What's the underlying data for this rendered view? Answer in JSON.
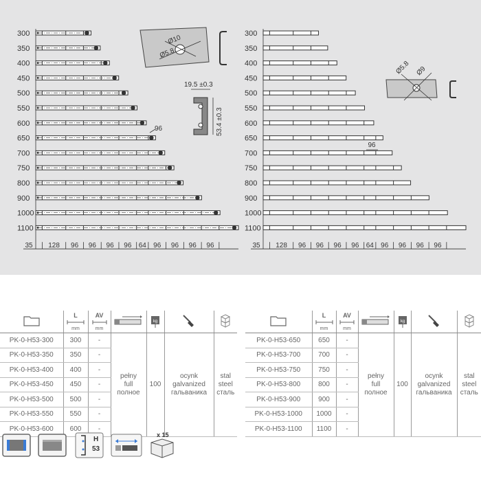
{
  "left_diagram": {
    "lengths": [
      "300",
      "350",
      "400",
      "450",
      "500",
      "550",
      "600",
      "650",
      "700",
      "750",
      "800",
      "900",
      "1000",
      "1100"
    ],
    "segments": [
      "35",
      "128",
      "96",
      "96",
      "96",
      "96",
      "64",
      "96",
      "96",
      "96",
      "96"
    ],
    "pitch_label": "96",
    "hole_d1": "Ø10",
    "hole_d2": "Ø5.8",
    "width_dim": "19.5 ±0.3",
    "height_dim": "53.4 ±0.3"
  },
  "right_diagram": {
    "lengths": [
      "300",
      "350",
      "400",
      "450",
      "500",
      "550",
      "600",
      "650",
      "700",
      "750",
      "800",
      "900",
      "1000",
      "1100"
    ],
    "segments": [
      "35",
      "128",
      "96",
      "96",
      "96",
      "96",
      "64",
      "96",
      "96",
      "96",
      "96"
    ],
    "pitch_label": "96",
    "hole_d1": "Ø5.8",
    "hole_d2": "Ø9"
  },
  "table_headers": {
    "length_letter": "L",
    "length_unit": "mm",
    "av_letter": "AV",
    "av_unit": "mm",
    "weight_label": "kg"
  },
  "table_left": {
    "rows": [
      {
        "code": "PK-0-H53-300",
        "length": "300",
        "av": "-"
      },
      {
        "code": "PK-0-H53-350",
        "length": "350",
        "av": "-"
      },
      {
        "code": "PK-0-H53-400",
        "length": "400",
        "av": "-"
      },
      {
        "code": "PK-0-H53-450",
        "length": "450",
        "av": "-"
      },
      {
        "code": "PK-0-H53-500",
        "length": "500",
        "av": "-"
      },
      {
        "code": "PK-0-H53-550",
        "length": "550",
        "av": "-"
      },
      {
        "code": "PK-0-H53-600",
        "length": "600",
        "av": "-"
      }
    ],
    "extension_1": "pełny",
    "extension_2": "full",
    "extension_3": "полное",
    "load": "100",
    "finish_1": "ocynk",
    "finish_2": "galvanized",
    "finish_3": "гальваника",
    "material_1": "stal",
    "material_2": "steel",
    "material_3": "сталь"
  },
  "table_right": {
    "rows": [
      {
        "code": "PK-0-H53-650",
        "length": "650",
        "av": "-"
      },
      {
        "code": "PK-0-H53-700",
        "length": "700",
        "av": "-"
      },
      {
        "code": "PK-0-H53-750",
        "length": "750",
        "av": "-"
      },
      {
        "code": "PK-0-H53-800",
        "length": "800",
        "av": "-"
      },
      {
        "code": "PK-0-H53-900",
        "length": "900",
        "av": "-"
      },
      {
        "code": "PK-0-H53-1000",
        "length": "1000",
        "av": "-"
      },
      {
        "code": "PK-0-H53-1100",
        "length": "1100",
        "av": "-"
      }
    ],
    "extension_1": "pełny",
    "extension_2": "full",
    "extension_3": "полное",
    "load": "100",
    "finish_1": "ocynk",
    "finish_2": "galvanized",
    "finish_3": "гальваника",
    "material_1": "stal",
    "material_2": "steel",
    "material_3": "сталь"
  },
  "footer_icons": {
    "height_letter": "H",
    "height_value": "53",
    "pack_label": "x 15"
  }
}
